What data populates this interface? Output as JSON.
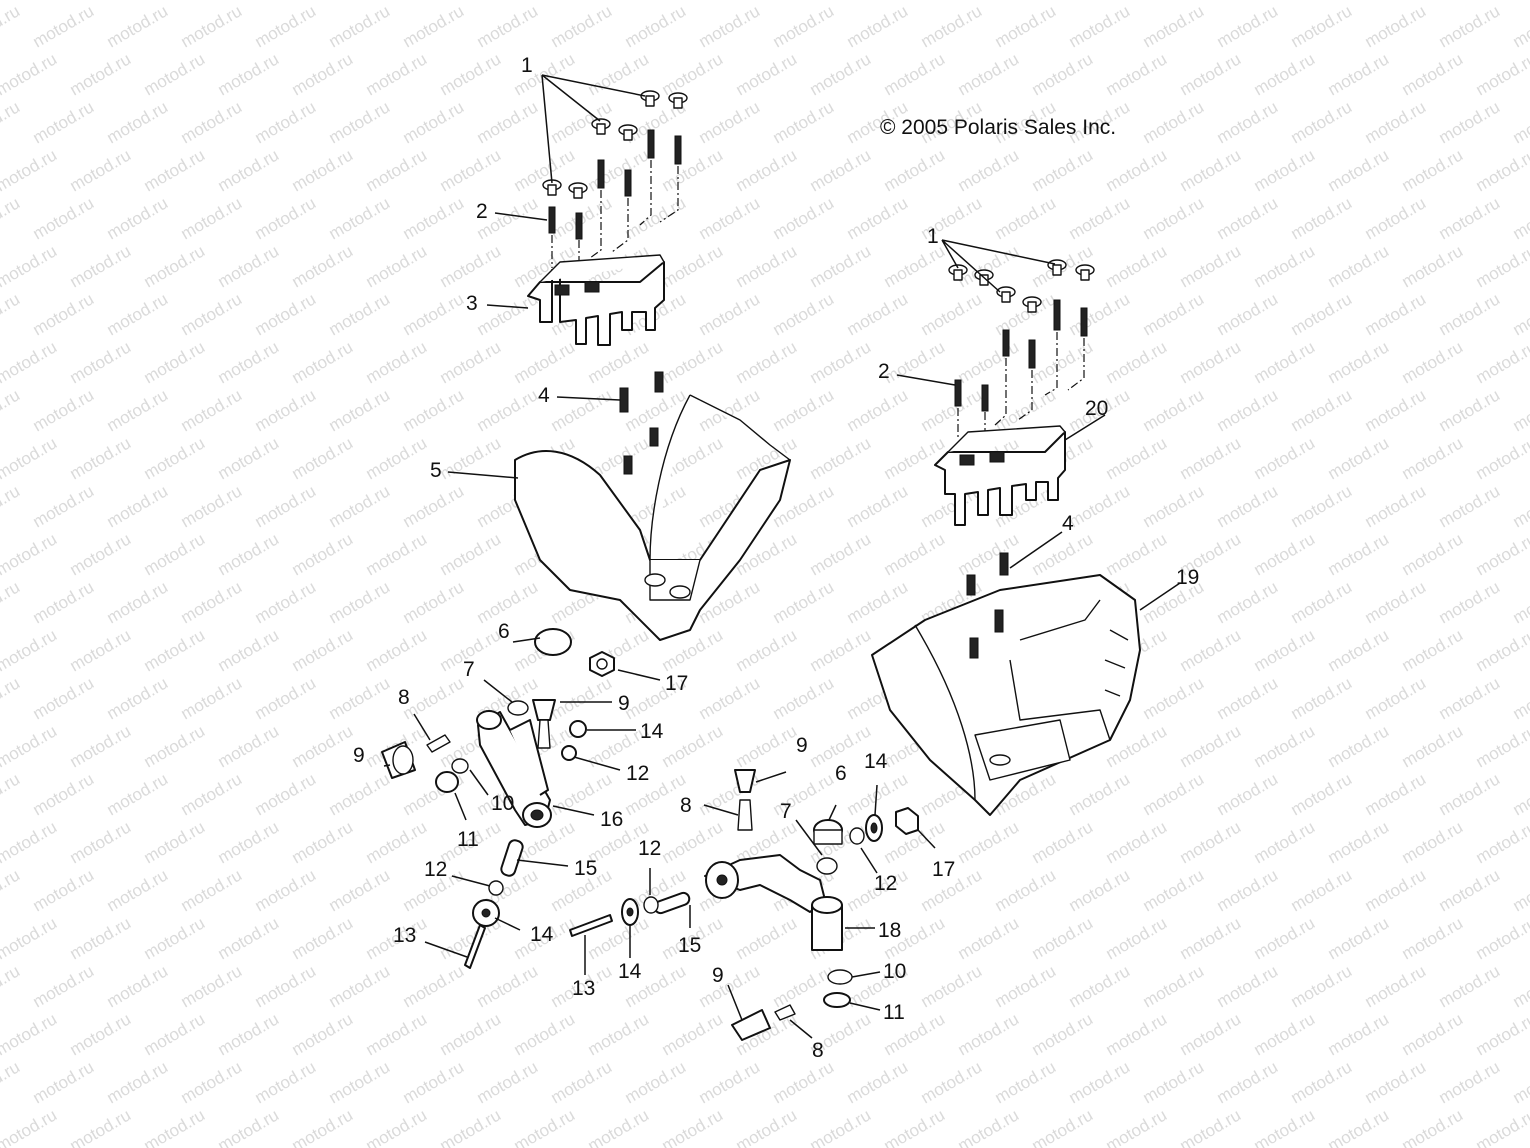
{
  "copyright": "© 2005 Polaris Sales Inc.",
  "watermark": "motod.ru",
  "callouts": {
    "c1a": "1",
    "c2a": "2",
    "c3": "3",
    "c4a": "4",
    "c5": "5",
    "c1b": "1",
    "c2b": "2",
    "c20": "20",
    "c4b": "4",
    "c19": "19",
    "c6a": "6",
    "c17a": "17",
    "c7a": "7",
    "c9a": "9",
    "c8a": "8",
    "c9b": "9",
    "c14a": "14",
    "c12a": "12",
    "c10a": "10",
    "c16": "16",
    "c11a": "11",
    "c15a": "15",
    "c12b": "12",
    "c13a": "13",
    "c14b": "14",
    "c9c": "9",
    "c8b": "8",
    "c6b": "6",
    "c14c": "14",
    "c7b": "7",
    "c12c": "12",
    "c17b": "17",
    "c12d": "12",
    "c15b": "15",
    "c18": "18",
    "c13b": "13",
    "c14d": "14",
    "c9d": "9",
    "c10b": "10",
    "c11b": "11",
    "c8c": "8"
  }
}
